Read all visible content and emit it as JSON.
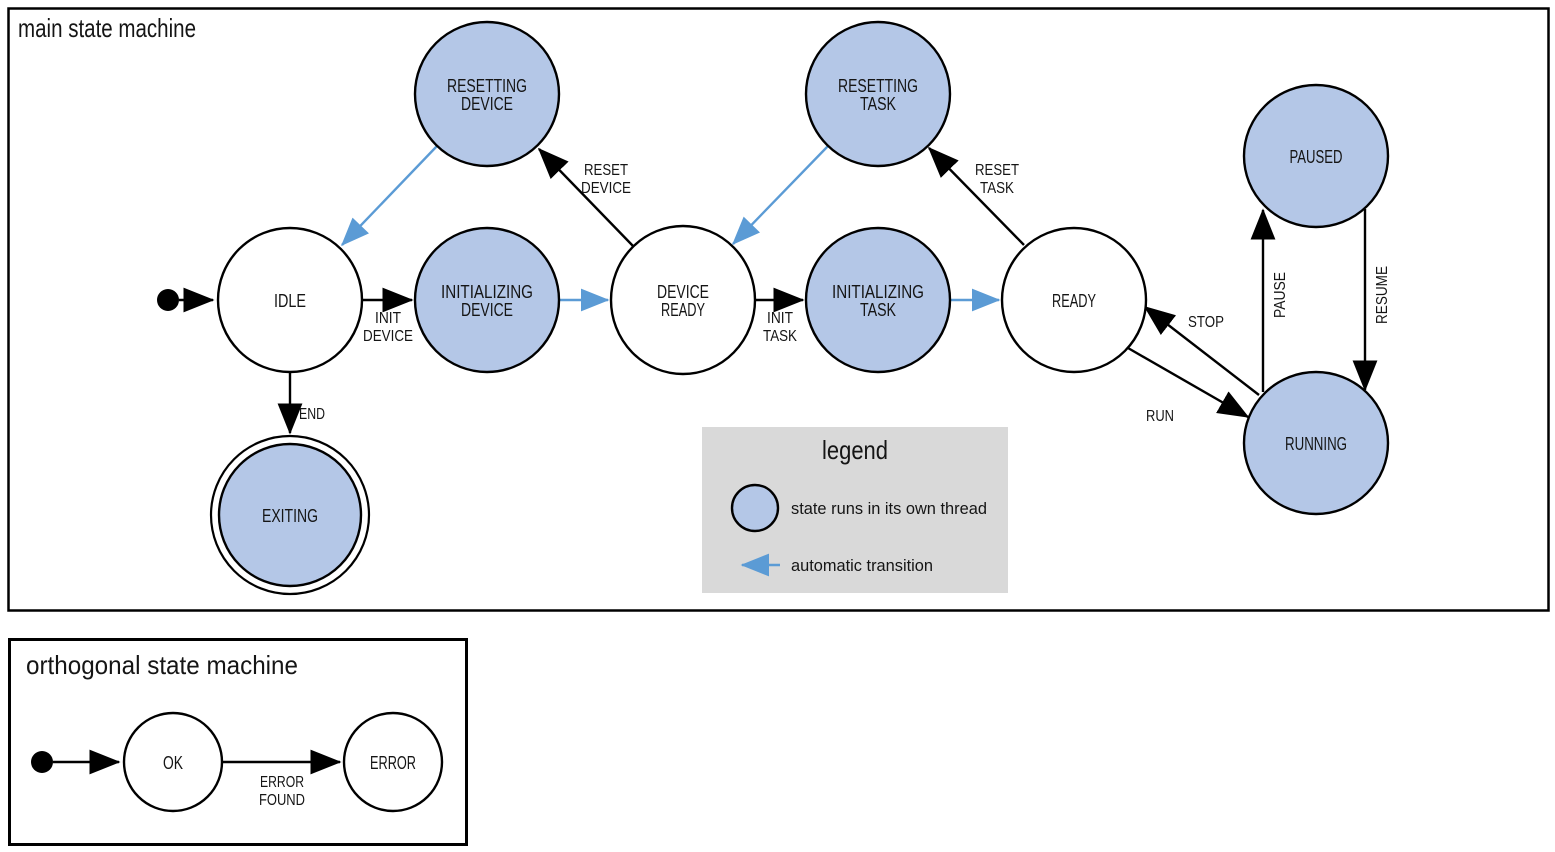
{
  "colors": {
    "threaded_state_fill": "#b4c7e7",
    "state_stroke": "#000000",
    "automatic_transition_blue": "#5b9bd5",
    "legend_background": "#d9d9d9"
  },
  "main_machine": {
    "title": "main state machine",
    "initial_state": "IDLE",
    "states": [
      {
        "name": "IDLE",
        "lines": [
          "IDLE"
        ],
        "threaded": false,
        "final": false
      },
      {
        "name": "INITIALIZING DEVICE",
        "lines": [
          "INITIALIZING",
          "DEVICE"
        ],
        "threaded": true,
        "final": false
      },
      {
        "name": "DEVICE READY",
        "lines": [
          "DEVICE",
          "READY"
        ],
        "threaded": false,
        "final": false
      },
      {
        "name": "INITIALIZING TASK",
        "lines": [
          "INITIALIZING",
          "TASK"
        ],
        "threaded": true,
        "final": false
      },
      {
        "name": "READY",
        "lines": [
          "READY"
        ],
        "threaded": false,
        "final": false
      },
      {
        "name": "RESETTING DEVICE",
        "lines": [
          "RESETTING",
          "DEVICE"
        ],
        "threaded": true,
        "final": false
      },
      {
        "name": "RESETTING TASK",
        "lines": [
          "RESETTING",
          "TASK"
        ],
        "threaded": true,
        "final": false
      },
      {
        "name": "PAUSED",
        "lines": [
          "PAUSED"
        ],
        "threaded": true,
        "final": false
      },
      {
        "name": "RUNNING",
        "lines": [
          "RUNNING"
        ],
        "threaded": true,
        "final": false
      },
      {
        "name": "EXITING",
        "lines": [
          "EXITING"
        ],
        "threaded": true,
        "final": true
      }
    ],
    "transitions": [
      {
        "from": "IDLE",
        "to": "INITIALIZING DEVICE",
        "label": "INIT DEVICE",
        "lines": [
          "INIT",
          "DEVICE"
        ],
        "automatic": false
      },
      {
        "from": "INITIALIZING DEVICE",
        "to": "DEVICE READY",
        "label": "",
        "lines": [],
        "automatic": true
      },
      {
        "from": "DEVICE READY",
        "to": "RESETTING DEVICE",
        "label": "RESET DEVICE",
        "lines": [
          "RESET",
          "DEVICE"
        ],
        "automatic": false
      },
      {
        "from": "RESETTING DEVICE",
        "to": "IDLE",
        "label": "",
        "lines": [],
        "automatic": true
      },
      {
        "from": "DEVICE READY",
        "to": "INITIALIZING TASK",
        "label": "INIT TASK",
        "lines": [
          "INIT",
          "TASK"
        ],
        "automatic": false
      },
      {
        "from": "INITIALIZING TASK",
        "to": "READY",
        "label": "",
        "lines": [],
        "automatic": true
      },
      {
        "from": "READY",
        "to": "RESETTING TASK",
        "label": "RESET TASK",
        "lines": [
          "RESET",
          "TASK"
        ],
        "automatic": false
      },
      {
        "from": "RESETTING TASK",
        "to": "DEVICE READY",
        "label": "",
        "lines": [],
        "automatic": true
      },
      {
        "from": "READY",
        "to": "RUNNING",
        "label": "RUN",
        "lines": [
          "RUN"
        ],
        "automatic": false
      },
      {
        "from": "RUNNING",
        "to": "READY",
        "label": "STOP",
        "lines": [
          "STOP"
        ],
        "automatic": false
      },
      {
        "from": "RUNNING",
        "to": "PAUSED",
        "label": "PAUSE",
        "lines": [
          "PAUSE"
        ],
        "automatic": false
      },
      {
        "from": "PAUSED",
        "to": "RUNNING",
        "label": "RESUME",
        "lines": [
          "RESUME"
        ],
        "automatic": false
      },
      {
        "from": "IDLE",
        "to": "EXITING",
        "label": "END",
        "lines": [
          "END"
        ],
        "automatic": false
      }
    ]
  },
  "legend": {
    "title": "legend",
    "items": [
      {
        "symbol": "threaded-state-circle",
        "label": "state runs in its own thread"
      },
      {
        "symbol": "automatic-transition-arrow",
        "label": "automatic transition"
      }
    ]
  },
  "orthogonal_machine": {
    "title": "orthogonal state machine",
    "initial_state": "OK",
    "states": [
      {
        "name": "OK",
        "lines": [
          "OK"
        ],
        "threaded": false,
        "final": false
      },
      {
        "name": "ERROR",
        "lines": [
          "ERROR"
        ],
        "threaded": false,
        "final": false
      }
    ],
    "transitions": [
      {
        "from": "OK",
        "to": "ERROR",
        "label": "ERROR FOUND",
        "lines": [
          "ERROR",
          "FOUND"
        ],
        "automatic": false
      }
    ]
  }
}
